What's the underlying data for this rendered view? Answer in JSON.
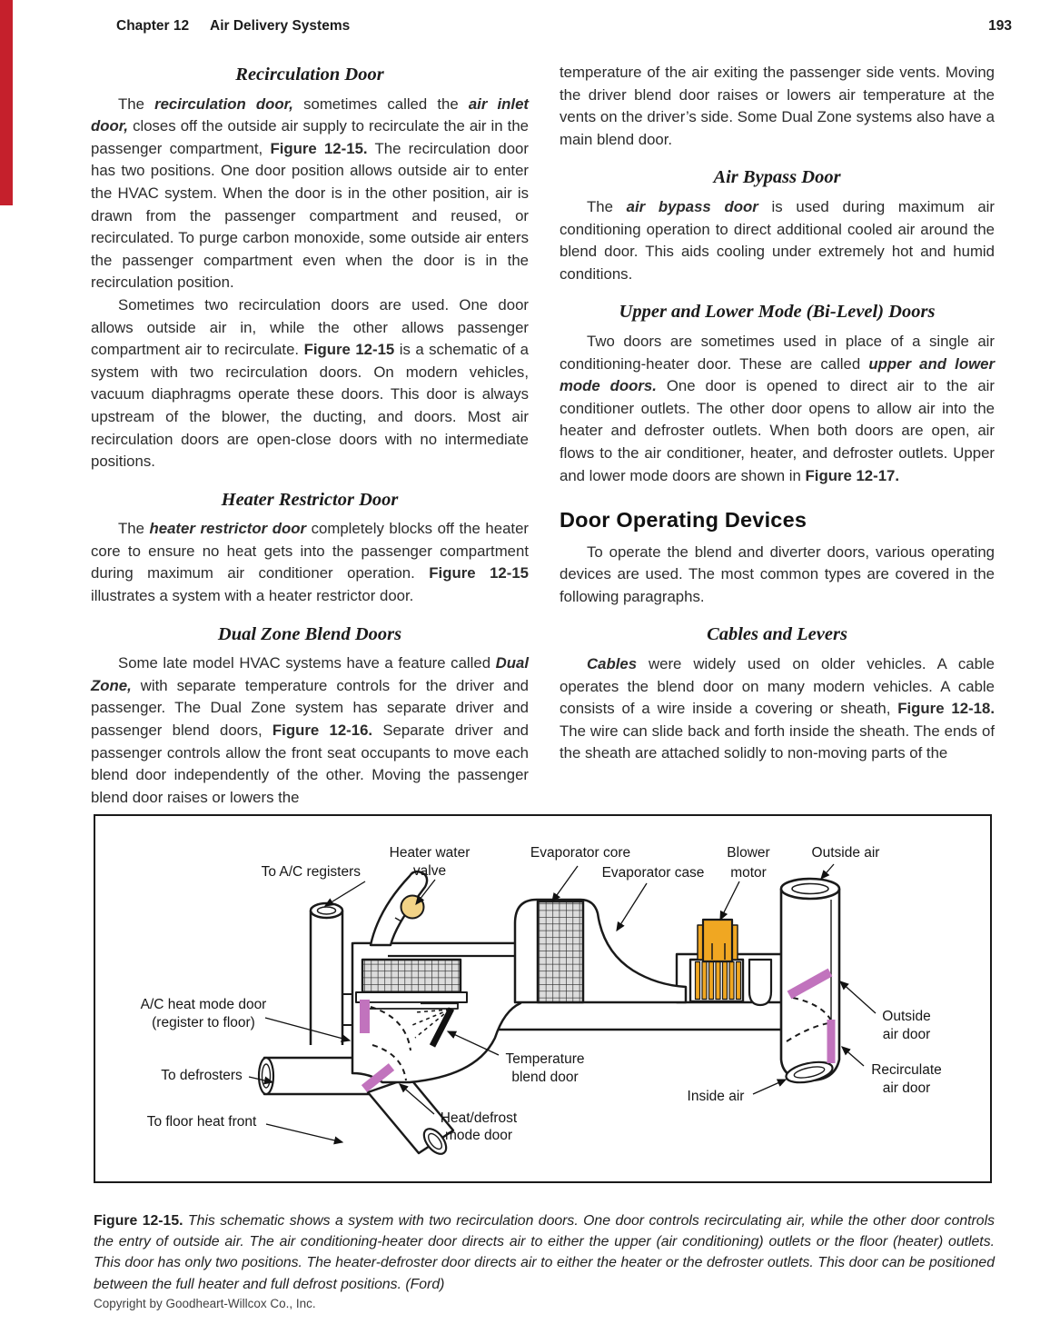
{
  "header": {
    "chapter": "Chapter 12",
    "title": "Air Delivery Systems",
    "page_number": "193"
  },
  "footer": {
    "copyright": "Copyright by Goodheart-Willcox Co., Inc."
  },
  "accent_color": "#c5202c",
  "columns": {
    "left": [
      {
        "type": "h3",
        "text": "Recirculation Door"
      },
      {
        "type": "p",
        "seg": [
          {
            "t": "The "
          },
          {
            "t": "recirculation door,",
            "s": "bi"
          },
          {
            "t": " sometimes called the "
          },
          {
            "t": "air inlet door,",
            "s": "bi"
          },
          {
            "t": " closes off the outside air supply to recirculate the air in the passenger compartment, "
          },
          {
            "t": "Figure 12-15.",
            "s": "b"
          },
          {
            "t": " The recirculation door has two positions. One door position allows outside air to enter the HVAC system. When the door is in the other position, air is drawn from the passenger compartment and reused, or recirculated. To purge carbon monoxide, some outside air enters the passenger compartment even when the door is in the recirculation position."
          }
        ]
      },
      {
        "type": "p",
        "seg": [
          {
            "t": "Sometimes two recirculation doors are used. One door allows outside air in, while the other allows passenger compartment air to recirculate. "
          },
          {
            "t": "Figure 12-15",
            "s": "b"
          },
          {
            "t": " is a schematic of a system with two recirculation doors. On modern vehicles, vacuum diaphragms operate these doors. This door is always upstream of the blower, the ducting, and doors. Most air recirculation doors are open-close doors with no intermediate positions."
          }
        ]
      },
      {
        "type": "h3",
        "text": "Heater Restrictor Door"
      },
      {
        "type": "p",
        "seg": [
          {
            "t": "The "
          },
          {
            "t": "heater restrictor door",
            "s": "bi"
          },
          {
            "t": " completely blocks off the heater core to ensure no heat gets into the passenger compartment during maximum air conditioner operation. "
          },
          {
            "t": "Figure 12-15",
            "s": "b"
          },
          {
            "t": " illustrates a system with a heater restrictor door."
          }
        ]
      },
      {
        "type": "h3",
        "text": "Dual Zone Blend Doors"
      },
      {
        "type": "p",
        "seg": [
          {
            "t": "Some late model HVAC systems have a feature called "
          },
          {
            "t": "Dual Zone,",
            "s": "bi"
          },
          {
            "t": " with separate temperature controls for the driver and passenger. The Dual Zone system has separate driver and passenger blend doors, "
          },
          {
            "t": "Figure 12-16.",
            "s": "b"
          },
          {
            "t": " Separate driver and passenger controls allow the front seat occupants to move each blend door independently of the other. Moving the passenger blend door raises or lowers the"
          }
        ]
      }
    ],
    "right": [
      {
        "type": "p",
        "flush": true,
        "seg": [
          {
            "t": "temperature of the air exiting the passenger side vents. Moving the driver blend door raises or lowers air temperature at the vents on the driver’s side. Some Dual Zone systems also have a main blend door."
          }
        ]
      },
      {
        "type": "h3",
        "text": "Air Bypass Door"
      },
      {
        "type": "p",
        "seg": [
          {
            "t": "The "
          },
          {
            "t": "air bypass door",
            "s": "bi"
          },
          {
            "t": " is used during maximum air conditioning operation to direct additional cooled air around the blend door. This aids cooling under extremely hot and humid conditions."
          }
        ]
      },
      {
        "type": "h3",
        "text": "Upper and Lower Mode (Bi-Level) Doors"
      },
      {
        "type": "p",
        "seg": [
          {
            "t": "Two doors are sometimes used in place of a single air conditioning-heater door. These are called "
          },
          {
            "t": "upper and lower mode doors.",
            "s": "bi"
          },
          {
            "t": " One door is opened to direct air to the air conditioner outlets. The other door opens to allow air into the heater and defroster outlets. When both doors are open, air flows to the air conditioner, heater, and defroster outlets. Upper and lower mode doors are shown in "
          },
          {
            "t": "Figure 12-17.",
            "s": "b"
          }
        ]
      },
      {
        "type": "h2",
        "text": "Door Operating Devices"
      },
      {
        "type": "p",
        "seg": [
          {
            "t": "To operate the blend and diverter doors, various operating devices are used. The most common types are covered in the following paragraphs."
          }
        ]
      },
      {
        "type": "h3",
        "text": "Cables and Levers"
      },
      {
        "type": "p",
        "seg": [
          {
            "t": "Cables",
            "s": "bi"
          },
          {
            "t": " were widely used on older vehicles. A cable operates the blend door on many modern vehicles. A cable consists of a wire inside a covering or sheath, "
          },
          {
            "t": "Figure 12-18.",
            "s": "b"
          },
          {
            "t": " The wire can slide back and forth inside the sheath. The ends of the sheath are attached solidly to non-moving parts of the"
          }
        ]
      }
    ]
  },
  "figure": {
    "caption": [
      {
        "t": "Figure 12-15.",
        "s": "b"
      },
      {
        "t": " This schematic shows a system with two recirculation doors. One door controls recirculating air, while the other door controls the entry of outside air. The air conditioning-heater door directs air to either the upper (air conditioning) outlets or the floor (heater) outlets. This door has only two positions. The heater-defroster door directs air to either the heater or the defroster outlets. This door can be positioned between the full heater and full defrost positions. (Ford)",
        "s": "i"
      }
    ],
    "colors": {
      "door_purple": "#c173bd",
      "blower_orange": "#f0a722",
      "valve_yellow": "#f2d387"
    },
    "labels": {
      "to_ac_registers": "To A/C registers",
      "heater_water_1": "Heater water",
      "heater_water_2": "valve",
      "evaporator_core": "Evaporator core",
      "evaporator_case": "Evaporator case",
      "blower_1": "Blower",
      "blower_2": "motor",
      "outside_air": "Outside air",
      "ac_heat_mode_1": "A/C heat mode door",
      "ac_heat_mode_2": "(register to floor)",
      "to_defrosters": "To defrosters",
      "to_floor_heat_front": "To floor heat front",
      "temp_blend_1": "Temperature",
      "temp_blend_2": "blend door",
      "heat_defrost_1": "Heat/defrost",
      "heat_defrost_2": "mode door",
      "inside_air": "Inside air",
      "outside_door_1": "Outside",
      "outside_door_2": "air door",
      "recirc_door_1": "Recirculate",
      "recirc_door_2": "air door"
    }
  }
}
